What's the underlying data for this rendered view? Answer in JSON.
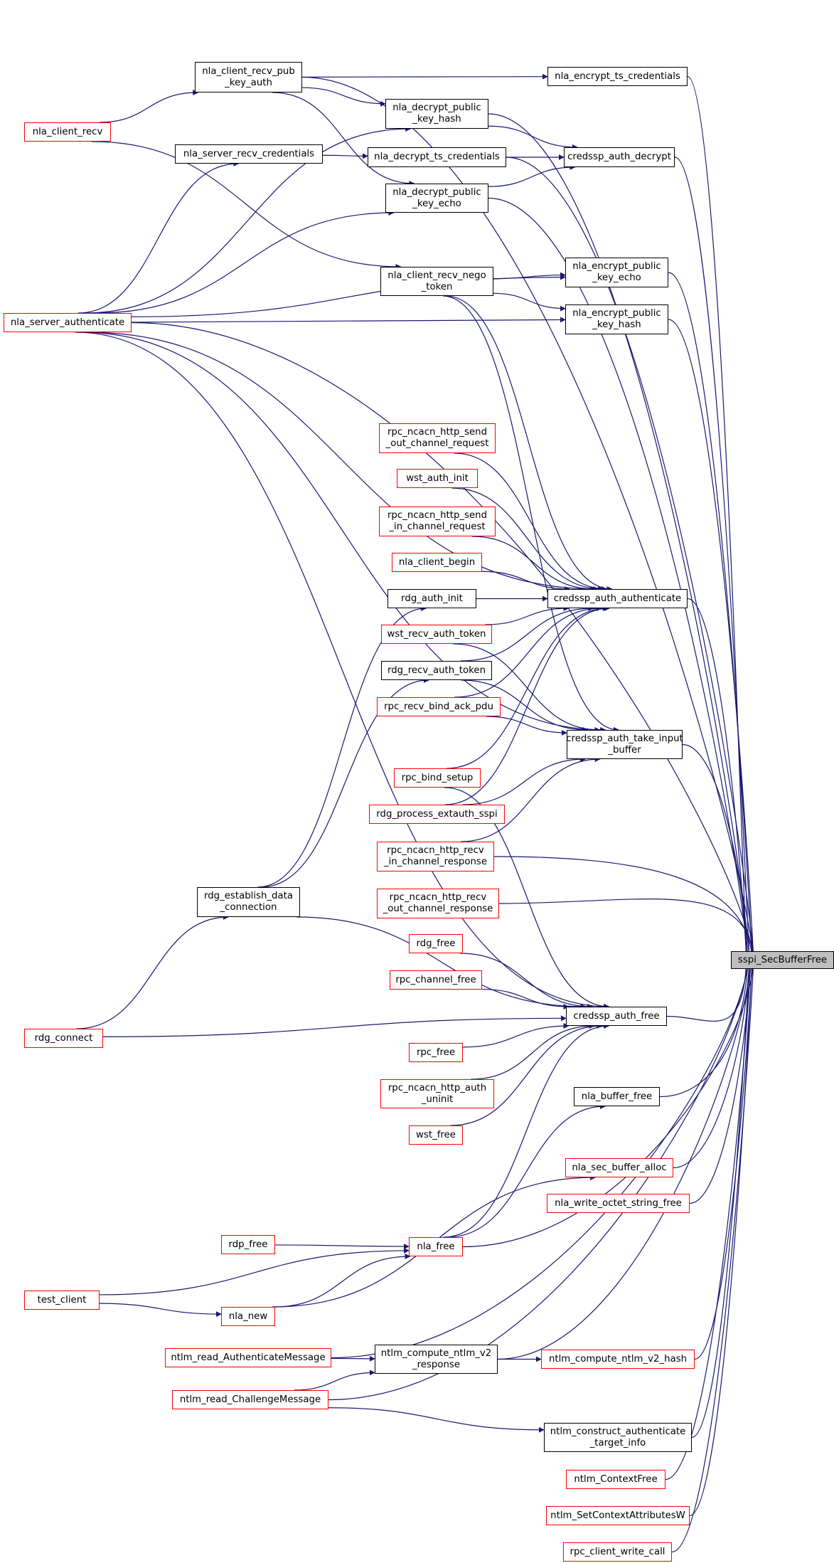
{
  "graph": {
    "edge_color": "#191970",
    "colors": {
      "external": "#ff0000",
      "internal": "#000000",
      "focus_fill": "#bfbfbf"
    },
    "nodes": [
      {
        "id": "sspi",
        "label": "sspi_SecBufferFree",
        "style": "focus"
      },
      {
        "id": "nla_client_recv_pub_key_auth",
        "label": "nla_client_recv_pub\n_key_auth",
        "style": "internal"
      },
      {
        "id": "nla_encrypt_ts_credentials",
        "label": "nla_encrypt_ts_credentials",
        "style": "internal"
      },
      {
        "id": "nla_decrypt_public_key_hash",
        "label": "nla_decrypt_public\n_key_hash",
        "style": "internal"
      },
      {
        "id": "nla_client_recv",
        "label": "nla_client_recv",
        "style": "external"
      },
      {
        "id": "nla_server_recv_credentials",
        "label": "nla_server_recv_credentials",
        "style": "internal"
      },
      {
        "id": "nla_decrypt_ts_credentials",
        "label": "nla_decrypt_ts_credentials",
        "style": "internal"
      },
      {
        "id": "credssp_auth_decrypt",
        "label": "credssp_auth_decrypt",
        "style": "internal"
      },
      {
        "id": "nla_decrypt_public_key_echo",
        "label": "nla_decrypt_public\n_key_echo",
        "style": "internal"
      },
      {
        "id": "nla_client_recv_nego_token",
        "label": "nla_client_recv_nego\n_token",
        "style": "internal"
      },
      {
        "id": "nla_encrypt_public_key_echo",
        "label": "nla_encrypt_public\n_key_echo",
        "style": "internal"
      },
      {
        "id": "nla_server_authenticate",
        "label": "nla_server_authenticate",
        "style": "external"
      },
      {
        "id": "nla_encrypt_public_key_hash",
        "label": "nla_encrypt_public\n_key_hash",
        "style": "internal"
      },
      {
        "id": "rpc_ncacn_http_send_out_channel_request",
        "label": "rpc_ncacn_http_send\n_out_channel_request",
        "style": "external"
      },
      {
        "id": "wst_auth_init",
        "label": "wst_auth_init",
        "style": "external"
      },
      {
        "id": "rpc_ncacn_http_send_in_channel_request",
        "label": "rpc_ncacn_http_send\n_in_channel_request",
        "style": "external"
      },
      {
        "id": "nla_client_begin",
        "label": "nla_client_begin",
        "style": "external"
      },
      {
        "id": "rdg_auth_init",
        "label": "rdg_auth_init",
        "style": "internal"
      },
      {
        "id": "credssp_auth_authenticate",
        "label": "credssp_auth_authenticate",
        "style": "internal"
      },
      {
        "id": "wst_recv_auth_token",
        "label": "wst_recv_auth_token",
        "style": "external"
      },
      {
        "id": "rdg_recv_auth_token",
        "label": "rdg_recv_auth_token",
        "style": "internal"
      },
      {
        "id": "rpc_recv_bind_ack_pdu",
        "label": "rpc_recv_bind_ack_pdu",
        "style": "external"
      },
      {
        "id": "credssp_auth_take_input_buffer",
        "label": "credssp_auth_take_input\n_buffer",
        "style": "internal"
      },
      {
        "id": "rpc_bind_setup",
        "label": "rpc_bind_setup",
        "style": "external"
      },
      {
        "id": "rdg_process_extauth_sspi",
        "label": "rdg_process_extauth_sspi",
        "style": "external"
      },
      {
        "id": "rpc_ncacn_http_recv_in_channel_response",
        "label": "rpc_ncacn_http_recv\n_in_channel_response",
        "style": "external"
      },
      {
        "id": "rdg_establish_data_connection",
        "label": "rdg_establish_data\n_connection",
        "style": "internal"
      },
      {
        "id": "rpc_ncacn_http_recv_out_channel_response",
        "label": "rpc_ncacn_http_recv\n_out_channel_response",
        "style": "external"
      },
      {
        "id": "rdg_free",
        "label": "rdg_free",
        "style": "external"
      },
      {
        "id": "rpc_channel_free",
        "label": "rpc_channel_free",
        "style": "external"
      },
      {
        "id": "credssp_auth_free",
        "label": "credssp_auth_free",
        "style": "internal"
      },
      {
        "id": "rdg_connect",
        "label": "rdg_connect",
        "style": "external"
      },
      {
        "id": "rpc_free",
        "label": "rpc_free",
        "style": "external"
      },
      {
        "id": "rpc_ncacn_http_auth_uninit",
        "label": "rpc_ncacn_http_auth\n_uninit",
        "style": "external"
      },
      {
        "id": "nla_buffer_free",
        "label": "nla_buffer_free",
        "style": "internal"
      },
      {
        "id": "wst_free",
        "label": "wst_free",
        "style": "external"
      },
      {
        "id": "nla_sec_buffer_alloc",
        "label": "nla_sec_buffer_alloc",
        "style": "external"
      },
      {
        "id": "nla_write_octet_string_free",
        "label": "nla_write_octet_string_free",
        "style": "external"
      },
      {
        "id": "rdp_free",
        "label": "rdp_free",
        "style": "external"
      },
      {
        "id": "nla_free",
        "label": "nla_free",
        "style": "external"
      },
      {
        "id": "test_client",
        "label": "test_client",
        "style": "external"
      },
      {
        "id": "nla_new",
        "label": "nla_new",
        "style": "external"
      },
      {
        "id": "ntlm_read_AuthenticateMessage",
        "label": "ntlm_read_AuthenticateMessage",
        "style": "external"
      },
      {
        "id": "ntlm_compute_ntlm_v2_response",
        "label": "ntlm_compute_ntlm_v2\n_response",
        "style": "internal"
      },
      {
        "id": "ntlm_compute_ntlm_v2_hash",
        "label": "ntlm_compute_ntlm_v2_hash",
        "style": "external"
      },
      {
        "id": "ntlm_read_ChallengeMessage",
        "label": "ntlm_read_ChallengeMessage",
        "style": "external"
      },
      {
        "id": "ntlm_construct_authenticate_target_info",
        "label": "ntlm_construct_authenticate\n_target_info",
        "style": "internal"
      },
      {
        "id": "ntlm_ContextFree",
        "label": "ntlm_ContextFree",
        "style": "external"
      },
      {
        "id": "ntlm_SetContextAttributesW",
        "label": "ntlm_SetContextAttributesW",
        "style": "external"
      },
      {
        "id": "rpc_client_write_call",
        "label": "rpc_client_write_call",
        "style": "external"
      }
    ],
    "edges": [
      [
        "nla_client_recv",
        "nla_client_recv_pub_key_auth"
      ],
      [
        "nla_client_recv",
        "nla_client_recv_nego_token"
      ],
      [
        "nla_client_recv_pub_key_auth",
        "nla_encrypt_ts_credentials"
      ],
      [
        "nla_client_recv_pub_key_auth",
        "nla_decrypt_public_key_hash"
      ],
      [
        "nla_client_recv_pub_key_auth",
        "nla_decrypt_public_key_echo"
      ],
      [
        "nla_client_recv_pub_key_auth",
        "sspi"
      ],
      [
        "nla_encrypt_ts_credentials",
        "sspi"
      ],
      [
        "nla_decrypt_public_key_hash",
        "credssp_auth_decrypt"
      ],
      [
        "nla_decrypt_public_key_hash",
        "sspi"
      ],
      [
        "nla_server_recv_credentials",
        "nla_decrypt_ts_credentials"
      ],
      [
        "nla_decrypt_ts_credentials",
        "credssp_auth_decrypt"
      ],
      [
        "nla_decrypt_ts_credentials",
        "sspi"
      ],
      [
        "nla_decrypt_public_key_echo",
        "credssp_auth_decrypt"
      ],
      [
        "nla_decrypt_public_key_echo",
        "sspi"
      ],
      [
        "credssp_auth_decrypt",
        "sspi"
      ],
      [
        "nla_server_authenticate",
        "nla_server_recv_credentials"
      ],
      [
        "nla_server_authenticate",
        "nla_decrypt_public_key_hash"
      ],
      [
        "nla_server_authenticate",
        "nla_decrypt_public_key_echo"
      ],
      [
        "nla_server_authenticate",
        "nla_encrypt_public_key_echo"
      ],
      [
        "nla_server_authenticate",
        "nla_encrypt_public_key_hash"
      ],
      [
        "nla_server_authenticate",
        "credssp_auth_authenticate"
      ],
      [
        "nla_server_authenticate",
        "credssp_auth_take_input_buffer"
      ],
      [
        "nla_server_authenticate",
        "credssp_auth_free"
      ],
      [
        "nla_server_authenticate",
        "sspi"
      ],
      [
        "nla_client_recv_nego_token",
        "nla_encrypt_public_key_echo"
      ],
      [
        "nla_client_recv_nego_token",
        "nla_encrypt_public_key_hash"
      ],
      [
        "nla_client_recv_nego_token",
        "credssp_auth_authenticate"
      ],
      [
        "nla_client_recv_nego_token",
        "credssp_auth_take_input_buffer"
      ],
      [
        "nla_encrypt_public_key_echo",
        "sspi"
      ],
      [
        "nla_encrypt_public_key_hash",
        "sspi"
      ],
      [
        "rpc_ncacn_http_send_out_channel_request",
        "credssp_auth_authenticate"
      ],
      [
        "wst_auth_init",
        "credssp_auth_authenticate"
      ],
      [
        "rpc_ncacn_http_send_in_channel_request",
        "credssp_auth_authenticate"
      ],
      [
        "nla_client_begin",
        "credssp_auth_authenticate"
      ],
      [
        "rdg_auth_init",
        "credssp_auth_authenticate"
      ],
      [
        "wst_recv_auth_token",
        "credssp_auth_authenticate"
      ],
      [
        "wst_recv_auth_token",
        "credssp_auth_take_input_buffer"
      ],
      [
        "rdg_recv_auth_token",
        "credssp_auth_authenticate"
      ],
      [
        "rdg_recv_auth_token",
        "credssp_auth_take_input_buffer"
      ],
      [
        "rpc_recv_bind_ack_pdu",
        "credssp_auth_authenticate"
      ],
      [
        "rpc_recv_bind_ack_pdu",
        "credssp_auth_take_input_buffer"
      ],
      [
        "rpc_bind_setup",
        "credssp_auth_authenticate"
      ],
      [
        "rpc_bind_setup",
        "credssp_auth_free"
      ],
      [
        "rdg_process_extauth_sspi",
        "credssp_auth_authenticate"
      ],
      [
        "rdg_process_extauth_sspi",
        "credssp_auth_take_input_buffer"
      ],
      [
        "rpc_ncacn_http_recv_in_channel_response",
        "credssp_auth_take_input_buffer"
      ],
      [
        "rpc_ncacn_http_recv_in_channel_response",
        "sspi"
      ],
      [
        "rpc_ncacn_http_recv_out_channel_response",
        "sspi"
      ],
      [
        "credssp_auth_authenticate",
        "sspi"
      ],
      [
        "credssp_auth_take_input_buffer",
        "sspi"
      ],
      [
        "rdg_establish_data_connection",
        "rdg_auth_init"
      ],
      [
        "rdg_establish_data_connection",
        "rdg_recv_auth_token"
      ],
      [
        "rdg_establish_data_connection",
        "credssp_auth_free"
      ],
      [
        "rdg_connect",
        "rdg_establish_data_connection"
      ],
      [
        "rdg_connect",
        "credssp_auth_free"
      ],
      [
        "rdg_free",
        "credssp_auth_free"
      ],
      [
        "rpc_channel_free",
        "credssp_auth_free"
      ],
      [
        "rpc_free",
        "credssp_auth_free"
      ],
      [
        "rpc_ncacn_http_auth_uninit",
        "credssp_auth_free"
      ],
      [
        "wst_free",
        "credssp_auth_free"
      ],
      [
        "credssp_auth_free",
        "sspi"
      ],
      [
        "nla_buffer_free",
        "sspi"
      ],
      [
        "nla_sec_buffer_alloc",
        "sspi"
      ],
      [
        "nla_write_octet_string_free",
        "sspi"
      ],
      [
        "rdp_free",
        "nla_free"
      ],
      [
        "test_client",
        "nla_free"
      ],
      [
        "test_client",
        "nla_new"
      ],
      [
        "nla_new",
        "nla_free"
      ],
      [
        "nla_new",
        "nla_sec_buffer_alloc"
      ],
      [
        "nla_free",
        "credssp_auth_free"
      ],
      [
        "nla_free",
        "nla_buffer_free"
      ],
      [
        "nla_free",
        "sspi"
      ],
      [
        "ntlm_read_AuthenticateMessage",
        "ntlm_compute_ntlm_v2_response"
      ],
      [
        "ntlm_read_AuthenticateMessage",
        "sspi"
      ],
      [
        "ntlm_compute_ntlm_v2_response",
        "ntlm_compute_ntlm_v2_hash"
      ],
      [
        "ntlm_compute_ntlm_v2_response",
        "sspi"
      ],
      [
        "ntlm_compute_ntlm_v2_hash",
        "sspi"
      ],
      [
        "ntlm_read_ChallengeMessage",
        "ntlm_compute_ntlm_v2_response"
      ],
      [
        "ntlm_read_ChallengeMessage",
        "ntlm_construct_authenticate_target_info"
      ],
      [
        "ntlm_read_ChallengeMessage",
        "sspi"
      ],
      [
        "ntlm_construct_authenticate_target_info",
        "sspi"
      ],
      [
        "ntlm_ContextFree",
        "sspi"
      ],
      [
        "ntlm_SetContextAttributesW",
        "sspi"
      ],
      [
        "rpc_client_write_call",
        "sspi"
      ]
    ]
  }
}
